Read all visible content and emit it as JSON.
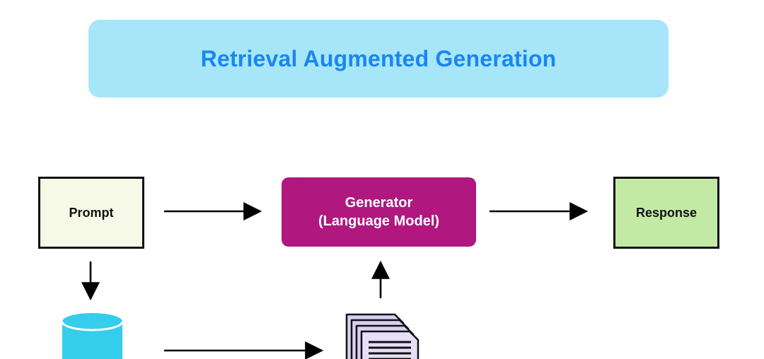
{
  "title": "Retrieval Augmented Generation",
  "nodes": {
    "prompt": "Prompt",
    "generator_line1": "Generator",
    "generator_line2": "(Language Model)",
    "response": "Response"
  },
  "colors": {
    "title_background": "#a6e6f8",
    "title_text": "#1a86ef",
    "prompt_fill": "#f7f9e8",
    "generator_fill": "#b0187f",
    "response_fill": "#c3eaa5",
    "database_fill": "#35cdec",
    "documents_fill": "#d9cff2"
  },
  "icons": {
    "retriever": "database-icon",
    "retrieved_context": "documents-stack-icon"
  }
}
